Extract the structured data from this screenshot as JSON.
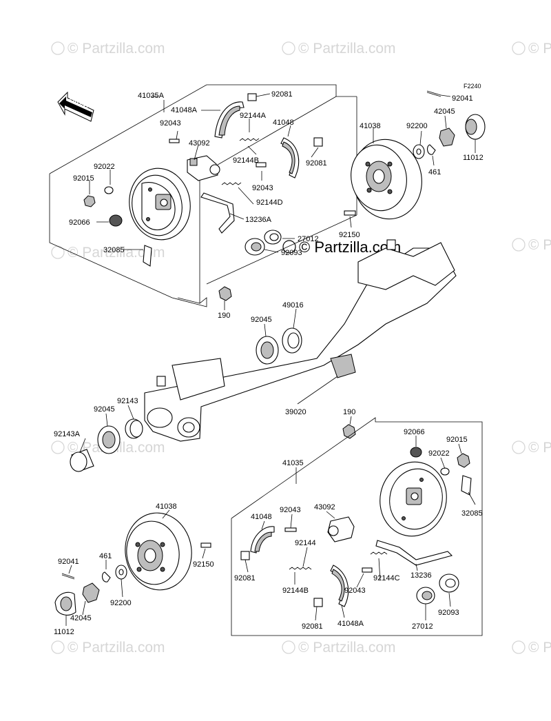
{
  "diagram_code": "F2240",
  "watermark": "© Partzilla.com",
  "front_label": "FRONT",
  "labels": {
    "p41035A": "41035A",
    "p92081_top": "92081",
    "p41048A_top": "41048A",
    "p92144A": "92144A",
    "p41048_top": "41048",
    "p92043_top": "92043",
    "p43092_top": "43092",
    "p92022_top": "92022",
    "p92015_top": "92015",
    "p92144B_top": "92144B",
    "p92081_top2": "92081",
    "p92043_top2": "92043",
    "p92144D": "92144D",
    "p92066_top": "92066",
    "p13236A": "13236A",
    "p27012_top": "27012",
    "p92093_top": "92093",
    "p32085_top": "32085",
    "p41038_top": "41038",
    "p92200_top": "92200",
    "p92041_top": "92041",
    "p42045_top": "42045",
    "p461_top": "461",
    "p11012_top": "11012",
    "p92150_top": "92150",
    "p190_top": "190",
    "p92045_mid": "92045",
    "p49016": "49016",
    "p39020": "39020",
    "p92143": "92143",
    "p92045_left": "92045",
    "p92143A": "92143A",
    "p190_bot": "190",
    "p41035": "41035",
    "p92066_bot": "92066",
    "p92015_bot": "92015",
    "p92022_bot": "92022",
    "p32085_bot": "32085",
    "p43092_bot": "43092",
    "p41048_bot": "41048",
    "p92043_bot": "92043",
    "p41038_bot": "41038",
    "p92144": "92144",
    "p92041_bot": "92041",
    "p461_bot": "461",
    "p92150_bot": "92150",
    "p92081_bot": "92081",
    "p92144B_bot": "92144B",
    "p92144C": "92144C",
    "p13236": "13236",
    "p92043_bot2": "92043",
    "p92200_bot": "92200",
    "p42045_bot": "42045",
    "p11012_bot": "11012",
    "p92093_bot": "92093",
    "p27012_bot": "27012",
    "p92081_bot2": "92081",
    "p41048A_bot": "41048A"
  }
}
